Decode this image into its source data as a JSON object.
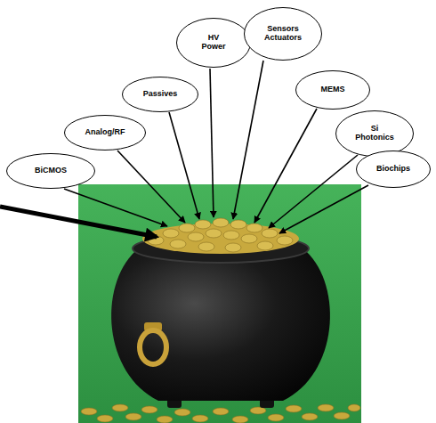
{
  "diagram": {
    "nodes": [
      {
        "text": [
          "BiCMOS"
        ]
      },
      {
        "text": [
          "Analog/RF"
        ]
      },
      {
        "text": [
          "Passives"
        ]
      },
      {
        "text": [
          "HV Power"
        ]
      },
      {
        "text": [
          "Sensors Actuators"
        ]
      },
      {
        "text": [
          "MEMS"
        ]
      },
      {
        "text": [
          "Si Photonics"
        ]
      },
      {
        "text": [
          "Biochips"
        ]
      }
    ]
  }
}
